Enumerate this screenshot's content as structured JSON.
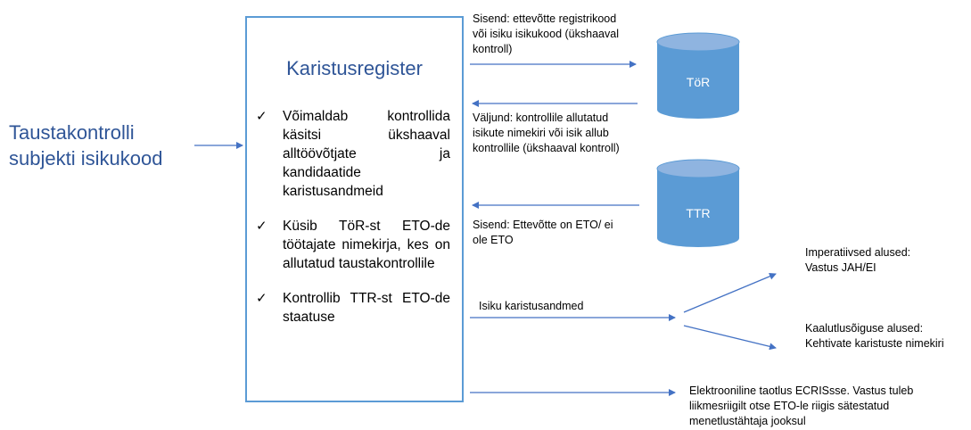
{
  "subject": {
    "line1": "Taustakontrolli",
    "line2": "subjekti isikukood"
  },
  "register": {
    "title": "Karistusregister",
    "items": [
      "Võimaldab kontrollida käsitsi ükshaaval alltöövõtjate ja kandidaatide karistusandmeid",
      "Küsib TöR-st ETO-de töötajate nimekirja, kes on allutatud taustakontrollile",
      "Kontrollib TTR-st ETO-de staatuse"
    ],
    "check": "✓"
  },
  "databases": {
    "tor": "TöR",
    "ttr": "TTR"
  },
  "labels": {
    "sisend1": [
      "Sisend: ettevõtte registrikood",
      "või isiku isikukood (ükshaaval",
      "kontroll)"
    ],
    "valjund": [
      "Väljund: kontrollile allutatud",
      "isikute nimekiri või isik allub",
      "kontrollile (ükshaaval kontroll)"
    ],
    "sisend2": [
      "Sisend: Ettevõtte on ETO/ ei",
      "ole ETO"
    ],
    "karistusandmed": "Isiku karistusandmed",
    "imperatiivsed": [
      "Imperatiivsed alused:",
      "Vastus JAH/EI"
    ],
    "kaalutlus": [
      "Kaalutlusõiguse alused:",
      "Kehtivate karistuste nimekiri"
    ],
    "elektrooniline": [
      "Elektrooniline taotlus ECRISsse. Vastus tuleb",
      "liikmesriigilt otse ETO-le riigis sätestatud",
      "menetlustähtaja jooksul"
    ]
  },
  "colors": {
    "accent": "#2F5597",
    "line": "#4472C4",
    "db_fill": "#5B9BD5",
    "db_top": "#8FB4E0"
  }
}
